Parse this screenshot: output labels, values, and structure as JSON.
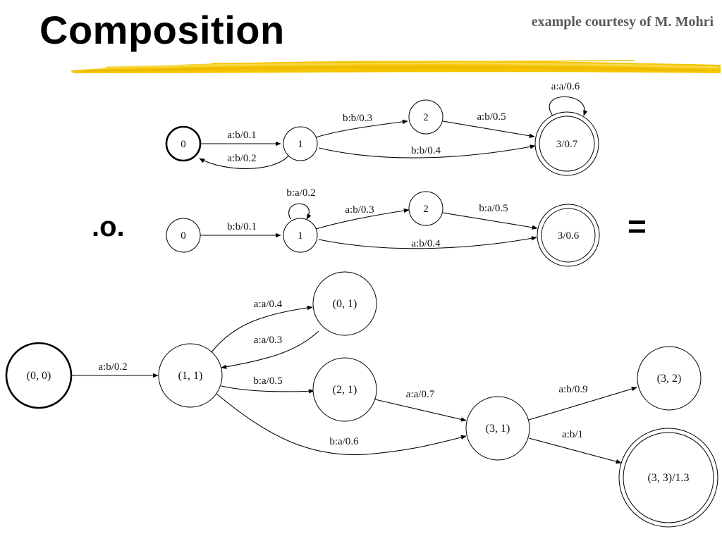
{
  "slide": {
    "title": "Composition",
    "credit": "example courtesy of M. Mohri",
    "compose_symbol": ".o.",
    "equals_symbol": "="
  },
  "colors": {
    "brush": "#f5c400",
    "text": "#000000",
    "credit": "#5a5a5a"
  },
  "graphs": {
    "t1": {
      "states": [
        "0",
        "1",
        "2",
        "3/0.7"
      ],
      "edges": [
        "a:b/0.1",
        "a:b/0.2",
        "b:b/0.3",
        "b:b/0.4",
        "a:b/0.5",
        "a:a/0.6"
      ]
    },
    "t2": {
      "states": [
        "0",
        "1",
        "2",
        "3/0.6"
      ],
      "edges": [
        "b:b/0.1",
        "b:a/0.2",
        "a:b/0.3",
        "a:b/0.4",
        "b:a/0.5"
      ]
    },
    "result": {
      "states": [
        "(0, 0)",
        "(1, 1)",
        "(0, 1)",
        "(2, 1)",
        "(3, 1)",
        "(3, 2)",
        "(3, 3)/1.3"
      ],
      "edges": [
        "a:b/0.2",
        "a:a/0.4",
        "a:a/0.3",
        "b:a/0.5",
        "a:a/0.7",
        "b:a/0.6",
        "a:b/0.9",
        "a:b/1"
      ]
    }
  }
}
